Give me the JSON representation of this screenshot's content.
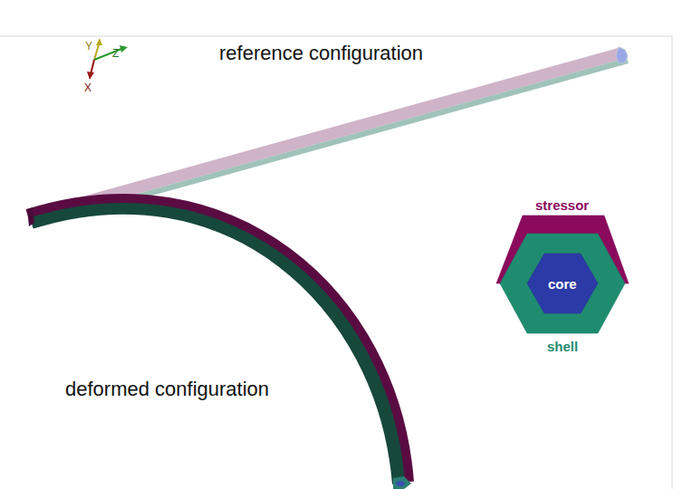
{
  "diagram": {
    "nodes": [
      {
        "text": [
          "stressor"
        ]
      },
      {
        "text": [
          "shell"
        ]
      },
      {
        "text": [
          "core"
        ],
        "in": 1
      }
    ],
    "labels": [
      "reference configuration",
      "deformed configuration",
      "Y",
      "Z",
      "X"
    ]
  }
}
